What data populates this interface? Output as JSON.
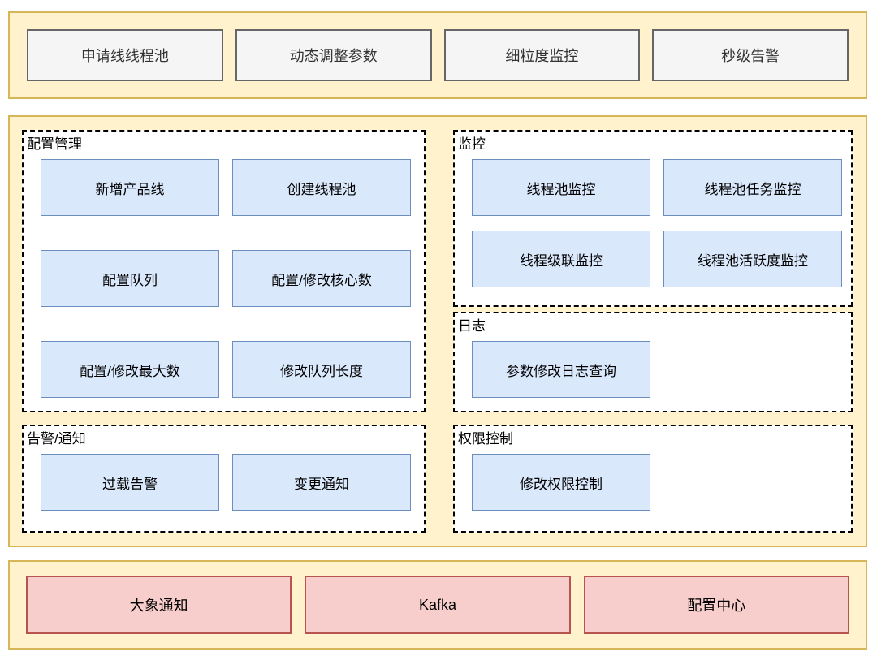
{
  "colors": {
    "band_fill": "#FFF2CC",
    "band_border": "#D6B656",
    "feature_fill": "#F5F5F5",
    "feature_border": "#666666",
    "module_fill": "#DAE8FC",
    "module_border": "#6C8EBF",
    "infra_fill": "#F8CECC",
    "infra_border": "#B85450",
    "section_border": "#000000"
  },
  "top_features": [
    "申请线线程池",
    "动态调整参数",
    "细粒度监控",
    "秒级告警"
  ],
  "sections": {
    "config": {
      "title": "配置管理",
      "items": [
        "新增产品线",
        "创建线程池",
        "配置队列",
        "配置/修改核心数",
        "配置/修改最大数",
        "修改队列长度"
      ]
    },
    "monitor": {
      "title": "监控",
      "items": [
        "线程池监控",
        "线程池任务监控",
        "线程级联监控",
        "线程池活跃度监控"
      ]
    },
    "log": {
      "title": "日志",
      "items": [
        "参数修改日志查询"
      ]
    },
    "alert": {
      "title": "告警/通知",
      "items": [
        "过载告警",
        "变更通知"
      ]
    },
    "permission": {
      "title": "权限控制",
      "items": [
        "修改权限控制"
      ]
    }
  },
  "infrastructure": [
    "大象通知",
    "Kafka",
    "配置中心"
  ]
}
